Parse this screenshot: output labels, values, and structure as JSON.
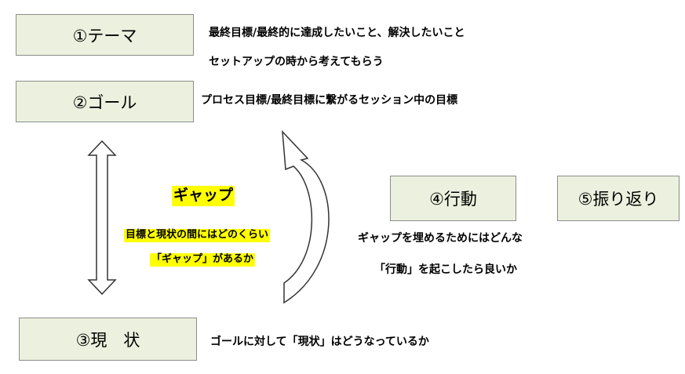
{
  "boxes": {
    "theme": "①テーマ",
    "goal": "②ゴール",
    "current": "③現　状",
    "action": "④行動",
    "review": "⑤振り返り"
  },
  "notes": {
    "theme_line1": "最終目標/最終的に達成したいこと、解決したいこと",
    "theme_line2": "セットアップの時から考えてもらう",
    "goal_line": "プロセス目標/最終目標に繋がるセッション中の目標",
    "action_line1": "ギャップを埋めるためにはどんな",
    "action_line2": "「行動」を起こしたら良いか",
    "current_line": "ゴールに対して「現状」はどうなっているか"
  },
  "gap": {
    "title": "ギャップ",
    "line1": "目標と現状の間にはどのくらい",
    "line2": "「ギャップ」があるか"
  },
  "colors": {
    "box_fill": "#ebf1de",
    "box_border": "#8c8c8c",
    "highlight": "#ffff00"
  }
}
